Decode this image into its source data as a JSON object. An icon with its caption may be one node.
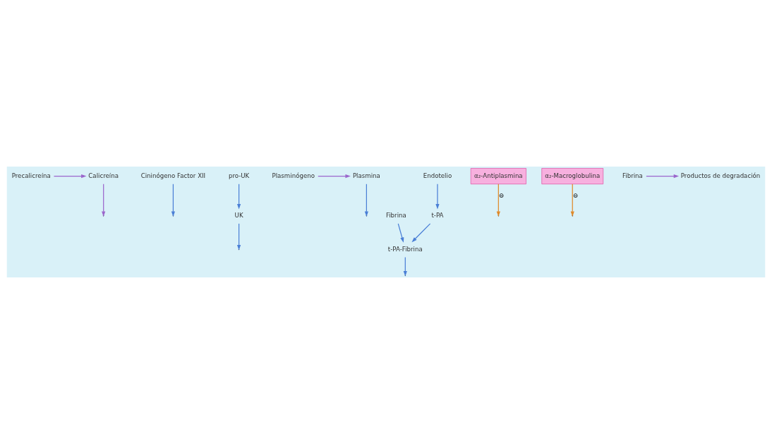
{
  "diagram": {
    "nodes": [
      {
        "text": [
          "Precalicreína"
        ]
      },
      {
        "text": [
          "Calicreína"
        ]
      },
      {
        "text": [
          "Cininógeno Factor XII"
        ]
      },
      {
        "text": [
          "pro-UK"
        ]
      },
      {
        "text": [
          "UK"
        ]
      },
      {
        "text": [
          "Plasminógeno"
        ]
      },
      {
        "text": [
          "Plasmina"
        ]
      },
      {
        "text": [
          "t-PA-Fibrina"
        ]
      },
      {
        "text": [
          "Fibrina"
        ]
      },
      {
        "text": [
          "t-PA"
        ]
      },
      {
        "text": [
          "Endotelio"
        ]
      },
      {
        "text": [
          "α₂-Antiplasmina"
        ]
      },
      {
        "text": [
          "α₂-Macroglobulina"
        ]
      },
      {
        "text": [
          "Fibrina"
        ]
      },
      {
        "text": [
          "Productos de degradación"
        ]
      }
    ],
    "edges": [
      {
        "from": 0,
        "to": 1,
        "arrow": "to",
        "color": "#9b66cc"
      },
      {
        "from": 2,
        "to": null,
        "arrow": "to"
      },
      {
        "from": 1,
        "to": null,
        "arrow": "to",
        "color": "#9b66cc"
      },
      {
        "from": 3,
        "to": 4,
        "arrow": "to"
      },
      {
        "from": 4,
        "to": null,
        "arrow": "to"
      },
      {
        "from": 5,
        "to": 6,
        "arrow": "to",
        "color": "#9b66cc"
      },
      {
        "from": 7,
        "to": null,
        "arrow": "to"
      },
      {
        "from": 8,
        "to": 7,
        "arrow": "to"
      },
      {
        "from": 9,
        "to": 7,
        "arrow": "to"
      },
      {
        "from": 10,
        "to": 9,
        "arrow": "to"
      },
      {
        "from": 6,
        "to": null,
        "arrow": "to"
      },
      {
        "from": 11,
        "to": null,
        "arrow": "to",
        "label": "⊖",
        "color": "#e08a2a"
      },
      {
        "from": 12,
        "to": null,
        "arrow": "to",
        "label": "⊖",
        "color": "#e08a2a"
      },
      {
        "from": 13,
        "to": 14,
        "arrow": "to",
        "color": "#9b66cc"
      }
    ]
  }
}
